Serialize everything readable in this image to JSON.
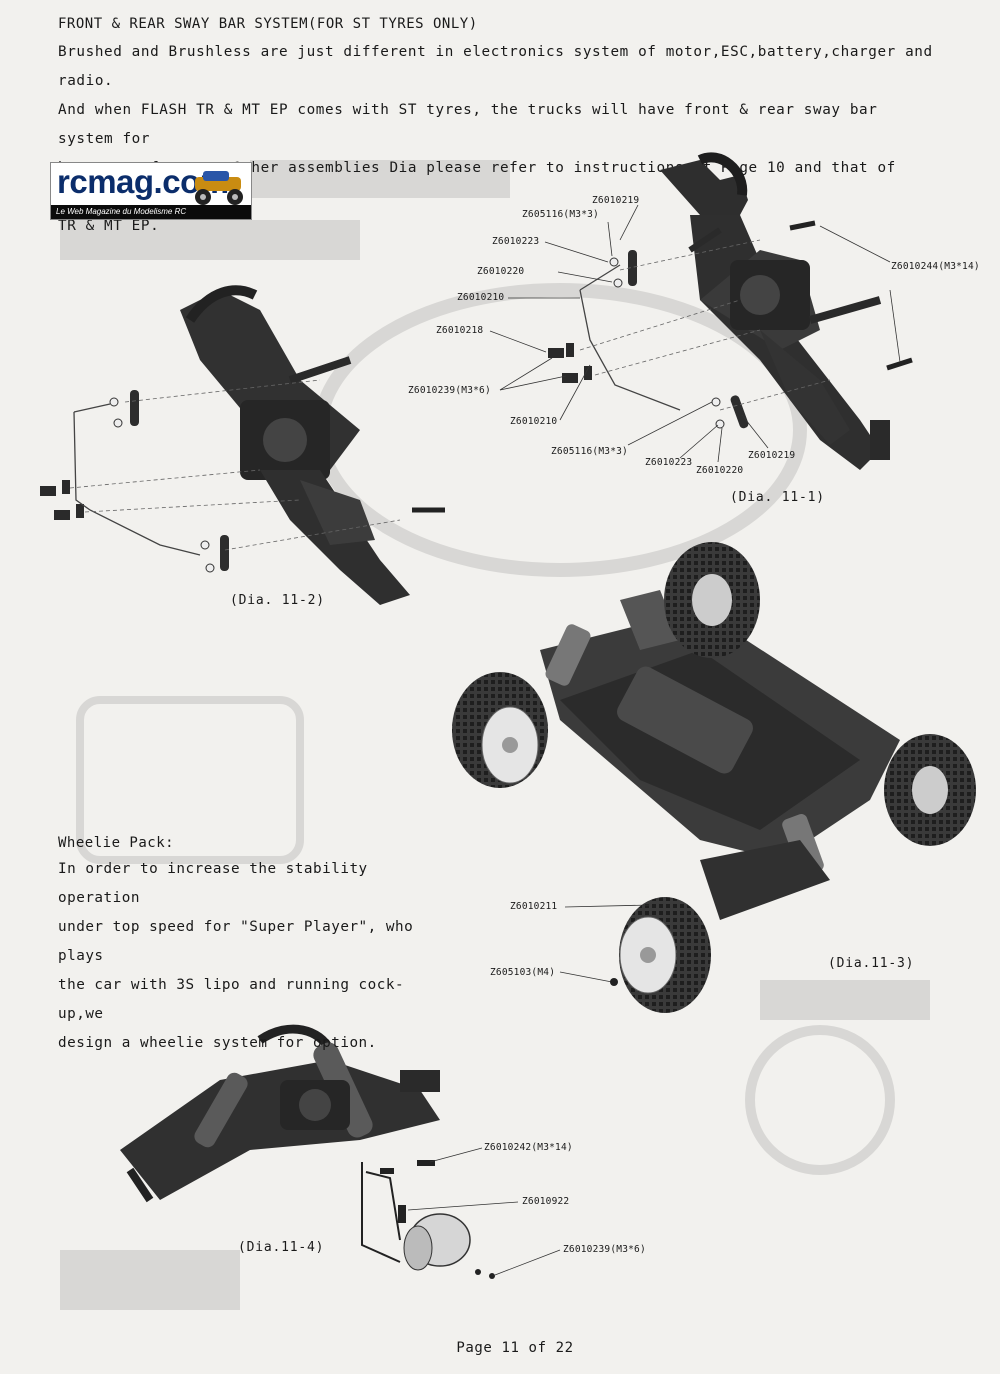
{
  "header": {
    "title": "FRONT & REAR SWAY BAR SYSTEM(FOR ST TYRES ONLY)",
    "lines": [
      "Brushed and Brushless are just different in electronics system of motor,ESC,battery,charger and radio.",
      "And when FLASH TR & MT EP comes with ST tyres, the trucks will have front & rear sway bar system for",
      "better performance.Other assemblies Dia please refer to instructions of Page 10 and that of FLASH",
      "TR & MT EP."
    ]
  },
  "logo": {
    "word": "rcmag.com",
    "tagline": "Le Web Magazine du Modelisme RC"
  },
  "dia_11_1": {
    "caption": "(Dia. 11-1)",
    "labels": [
      "Z6010219",
      "Z605116(M3*3)",
      "Z6010223",
      "Z6010220",
      "Z6010210",
      "Z6010218",
      "Z6010239(M3*6)",
      "Z6010210",
      "Z605116(M3*3)",
      "Z6010223",
      "Z6010220",
      "Z6010219",
      "Z6010244(M3*14)"
    ]
  },
  "dia_11_2": {
    "caption": "(Dia. 11-2)"
  },
  "dia_11_3": {
    "caption": "(Dia.11-3)",
    "labels": [
      "Z6010211",
      "Z605103(M4)"
    ]
  },
  "wheelie": {
    "title": "Wheelie Pack:",
    "lines": [
      "In order to increase the stability operation",
      "under top speed for \"Super Player\", who plays",
      "the car with 3S lipo and running cock-up,we",
      "design a wheelie system for option."
    ]
  },
  "dia_11_4": {
    "caption": "(Dia.11-4)",
    "labels": [
      "Z6010242(M3*14)",
      "Z6010922",
      "Z6010239(M3*6)"
    ]
  },
  "footer": {
    "page": "Page 11 of 22"
  },
  "colors": {
    "paper": "#f2f1ee",
    "ink": "#1a1a1a",
    "part": "#2b2b2b",
    "logo_blue": "#0b2d6b"
  }
}
